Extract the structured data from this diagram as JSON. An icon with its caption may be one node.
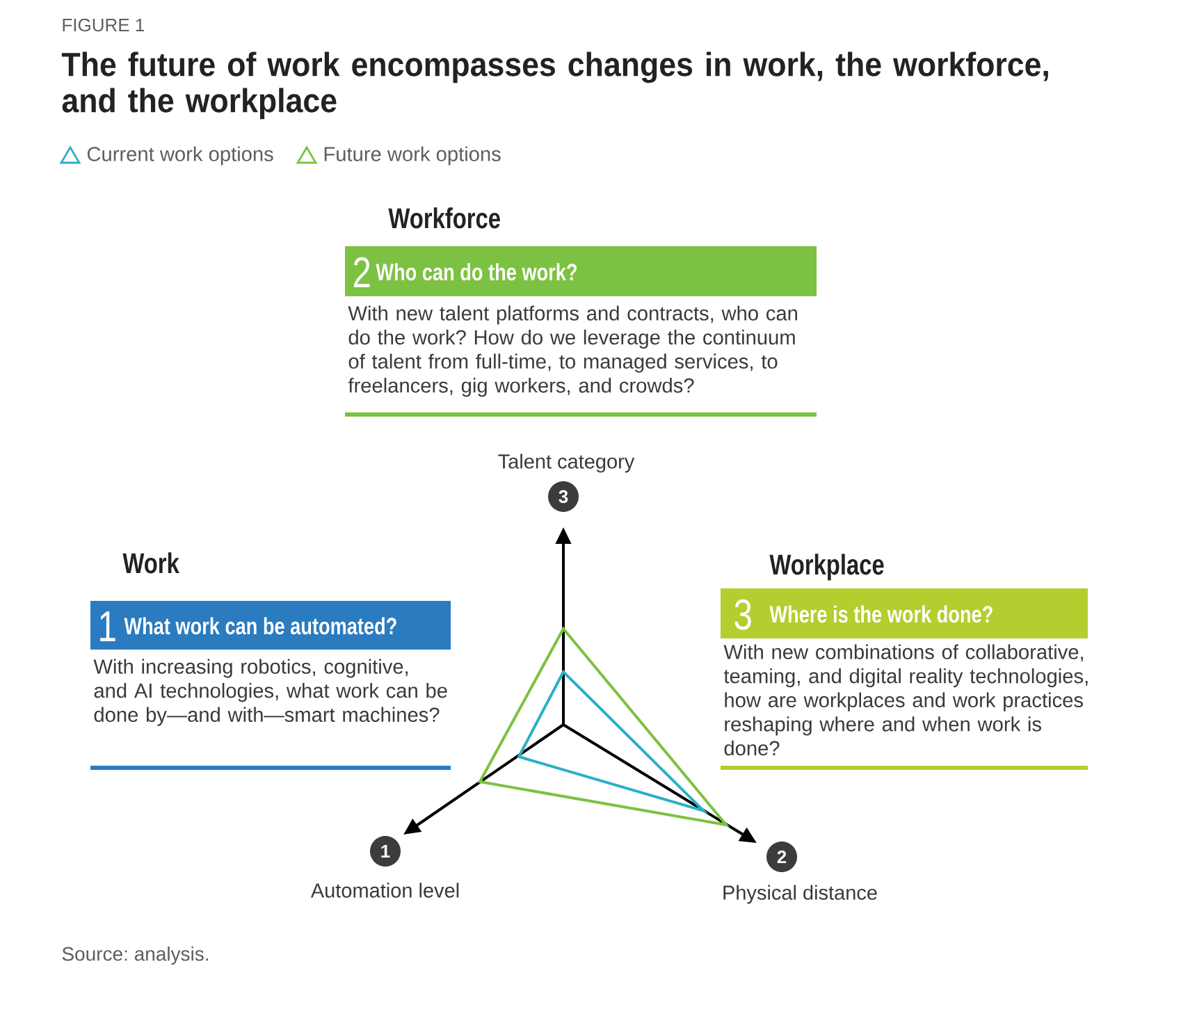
{
  "diagram": {
    "title": "The future of work encompasses changes in work, the workforce, and the workplace",
    "nodes": [
      {
        "text": [
          "Workforce",
          "2",
          "Who can do the work?",
          "With new talent platforms and contracts, who can do the work? How do we leverage the continuum of talent from full-time, to managed services, to freelancers, gig workers, and crowds?"
        ]
      },
      {
        "text": [
          "3"
        ],
        "beside": [
          "Talent category"
        ]
      },
      {
        "text": [
          "Work",
          "1",
          "What work can be automated?",
          "With increasing robotics, cognitive, and AI technologies, what work can be done by—and with—smart machines?"
        ]
      },
      {
        "text": [
          "Workplace",
          "3",
          "Where is the work done?",
          "With new combinations of collaborative, teaming, and digital reality technologies, how are workplaces and work practices reshaping where and when work is done?"
        ]
      },
      {
        "text": [
          "1"
        ],
        "beside": [
          "Automation level"
        ]
      },
      {
        "text": [
          "2"
        ],
        "beside": [
          "Physical distance"
        ]
      }
    ],
    "labels": [
      "FIGURE 1",
      "Source: analysis."
    ],
    "legend": [
      {
        "text": "Current work options"
      },
      {
        "text": "Future work options"
      }
    ]
  }
}
